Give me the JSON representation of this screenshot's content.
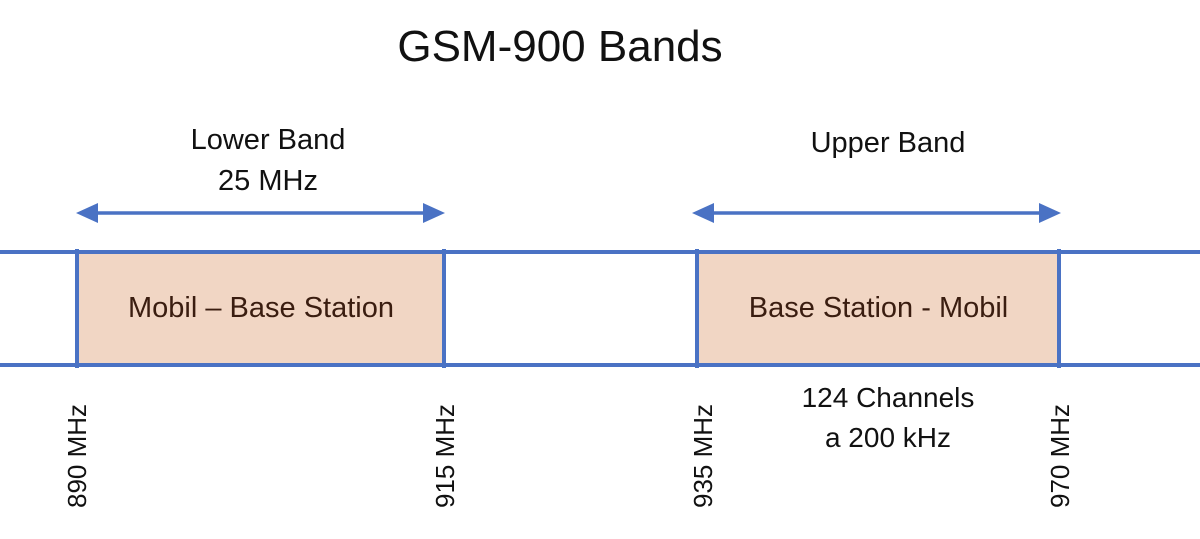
{
  "title": "GSM-900 Bands",
  "lower_band": {
    "label_line1": "Lower Band",
    "label_line2": "25 MHz",
    "box_text": "Mobil – Base Station"
  },
  "upper_band": {
    "label_line1": "Upper Band",
    "box_text": "Base Station - Mobil",
    "channels_line1": "124 Channels",
    "channels_line2": "a 200 kHz"
  },
  "frequencies": [
    "890 MHz",
    "915 MHz",
    "935 MHz",
    "970 MHz"
  ],
  "colors": {
    "line": "#4a72c4",
    "box_fill": "#f1d6c4",
    "box_text": "#3a1d10"
  }
}
